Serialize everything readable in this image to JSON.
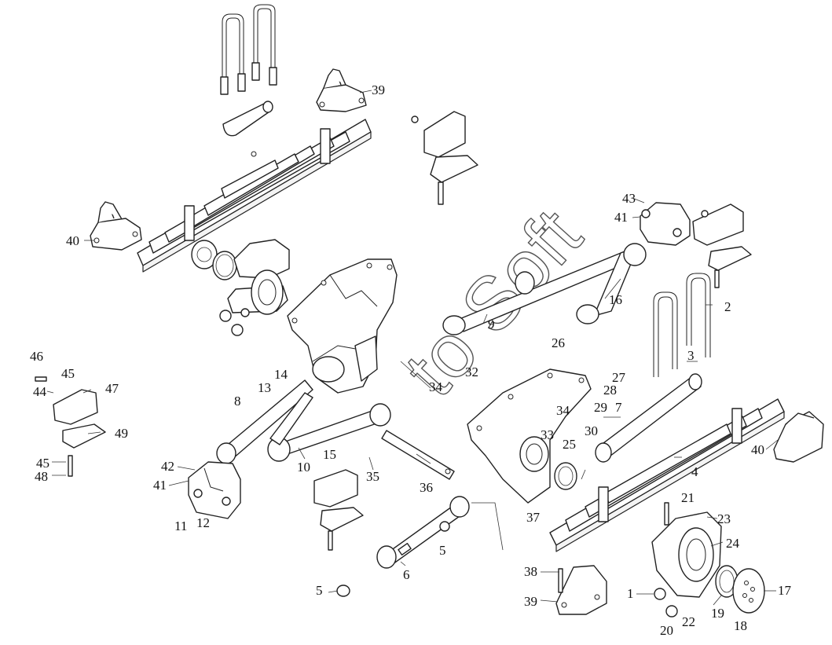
{
  "watermark": "to Soft",
  "callouts": [
    {
      "id": "c1",
      "text": "1"
    },
    {
      "id": "c2",
      "text": "2"
    },
    {
      "id": "c3",
      "text": "3"
    },
    {
      "id": "c4",
      "text": "4"
    },
    {
      "id": "c5a",
      "text": "5"
    },
    {
      "id": "c5b",
      "text": "5"
    },
    {
      "id": "c6",
      "text": "6"
    },
    {
      "id": "c7",
      "text": "7"
    },
    {
      "id": "c8",
      "text": "8"
    },
    {
      "id": "c9",
      "text": "9"
    },
    {
      "id": "c10",
      "text": "10"
    },
    {
      "id": "c11",
      "text": "11"
    },
    {
      "id": "c12",
      "text": "12"
    },
    {
      "id": "c13",
      "text": "13"
    },
    {
      "id": "c14",
      "text": "14"
    },
    {
      "id": "c15",
      "text": "15"
    },
    {
      "id": "c16",
      "text": "16"
    },
    {
      "id": "c17",
      "text": "17"
    },
    {
      "id": "c18",
      "text": "18"
    },
    {
      "id": "c19",
      "text": "19"
    },
    {
      "id": "c20",
      "text": "20"
    },
    {
      "id": "c21",
      "text": "21"
    },
    {
      "id": "c22",
      "text": "22"
    },
    {
      "id": "c23",
      "text": "23"
    },
    {
      "id": "c24",
      "text": "24"
    },
    {
      "id": "c25",
      "text": "25"
    },
    {
      "id": "c26",
      "text": "26"
    },
    {
      "id": "c27",
      "text": "27"
    },
    {
      "id": "c28",
      "text": "28"
    },
    {
      "id": "c29",
      "text": "29"
    },
    {
      "id": "c30",
      "text": "30"
    },
    {
      "id": "c32",
      "text": "32"
    },
    {
      "id": "c33",
      "text": "33"
    },
    {
      "id": "c34a",
      "text": "34"
    },
    {
      "id": "c34b",
      "text": "34"
    },
    {
      "id": "c35",
      "text": "35"
    },
    {
      "id": "c36",
      "text": "36"
    },
    {
      "id": "c37",
      "text": "37"
    },
    {
      "id": "c38",
      "text": "38"
    },
    {
      "id": "c39a",
      "text": "39"
    },
    {
      "id": "c39b",
      "text": "39"
    },
    {
      "id": "c40a",
      "text": "40"
    },
    {
      "id": "c40b",
      "text": "40"
    },
    {
      "id": "c41a",
      "text": "41"
    },
    {
      "id": "c41b",
      "text": "41"
    },
    {
      "id": "c42",
      "text": "42"
    },
    {
      "id": "c43",
      "text": "43"
    },
    {
      "id": "c44",
      "text": "44"
    },
    {
      "id": "c45a",
      "text": "45"
    },
    {
      "id": "c45b",
      "text": "45"
    },
    {
      "id": "c46",
      "text": "46"
    },
    {
      "id": "c47",
      "text": "47"
    },
    {
      "id": "c48",
      "text": "48"
    },
    {
      "id": "c49",
      "text": "49"
    }
  ]
}
